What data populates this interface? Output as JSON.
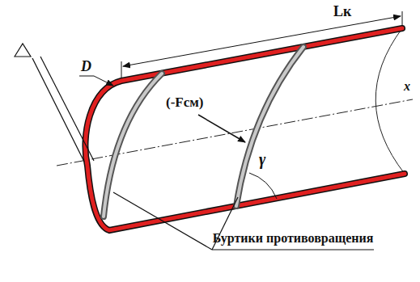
{
  "diagram": {
    "labels": [
      "Lк",
      "D",
      "(-Fсм)",
      "γ",
      "x",
      "Буртики противовращения"
    ]
  }
}
